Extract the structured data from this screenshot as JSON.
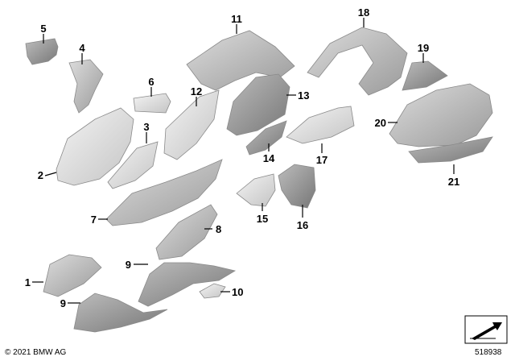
{
  "callouts": {
    "c1": "1",
    "c2": "2",
    "c3": "3",
    "c4": "4",
    "c5": "5",
    "c6": "6",
    "c7": "7",
    "c8": "8",
    "c9a": "9",
    "c9b": "9",
    "c10": "10",
    "c11": "11",
    "c12": "12",
    "c13": "13",
    "c14": "14",
    "c15": "15",
    "c16": "16",
    "c17": "17",
    "c18": "18",
    "c19": "19",
    "c20": "20",
    "c21": "21"
  },
  "footer": {
    "copyright": "© 2021 BMW AG",
    "reference": "518938"
  },
  "icons": {
    "orientation": "arrow-direction-icon"
  },
  "colors": {
    "part_light": "#e4e4e4",
    "part_mid": "#bdbdbd",
    "part_dark": "#8c8c8c",
    "text": "#000000"
  }
}
